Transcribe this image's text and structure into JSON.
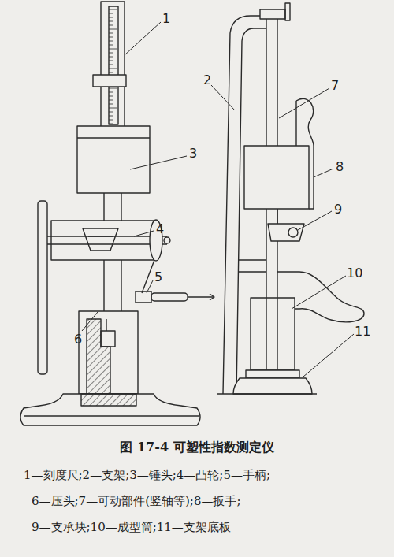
{
  "diagram": {
    "caption": "图 17-4 可塑性指数测定仪",
    "labels": [
      "1",
      "2",
      "3",
      "4",
      "5",
      "6",
      "7",
      "8",
      "9",
      "10",
      "11",
      "1—刻度尺;2—支架;3—锤头;4—凸轮;5—手柄;",
      "6—压头;7—可动部件(竖轴等);8—扳手;",
      "9—支承块;10—成型筒;11—支架底板"
    ]
  }
}
